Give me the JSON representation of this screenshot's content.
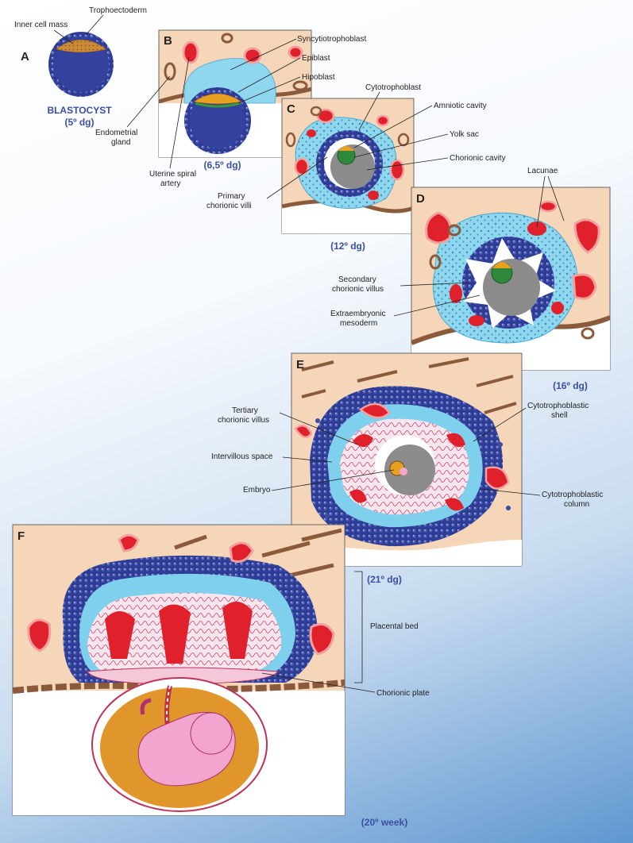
{
  "panels": {
    "A": {
      "letter": "A",
      "caption_line1": "BLASTOCYST",
      "caption_line2": "(5º dg)"
    },
    "B": {
      "letter": "B",
      "caption": "(6,5º dg)"
    },
    "C": {
      "letter": "C",
      "caption": "(12º dg)"
    },
    "D": {
      "letter": "D",
      "caption": "(16º dg)"
    },
    "E": {
      "letter": "E",
      "caption": "(21º dg)"
    },
    "F": {
      "letter": "F",
      "caption": "(20º week)"
    }
  },
  "labels": {
    "inner_cell_mass": "Inner cell mass",
    "trophoectoderm": "Trophoectoderm",
    "syncytiotrophoblast": "Syncytiotrophoblast",
    "epiblast": "Epiblast",
    "hipoblast": "Hipoblast",
    "cytotrophoblast": "Cytotrophoblast",
    "amniotic_cavity": "Amniotic cavity",
    "yolk_sac": "Yolk sac",
    "chorionic_cavity": "Chorionic cavity",
    "endometrial_gland_1": "Endometrial",
    "endometrial_gland_2": "gland",
    "uterine_spiral_artery_1": "Uterine spiral",
    "uterine_spiral_artery_2": "artery",
    "primary_villi_1": "Primary",
    "primary_villi_2": "chorionic villi",
    "lacunae": "Lacunae",
    "secondary_villus_1": "Secondary",
    "secondary_villus_2": "chorionic villus",
    "extraembryonic_1": "Extraembryonic",
    "extraembryonic_2": "mesoderm",
    "tertiary_villus_1": "Tertiary",
    "tertiary_villus_2": "chorionic villus",
    "intervillous_space": "Intervillous space",
    "embryo": "Embryo",
    "cyto_shell_1": "Cytotrophoblastic",
    "cyto_shell_2": "shell",
    "cyto_column_1": "Cytotrophoblastic",
    "cyto_column_2": "column",
    "placental_bed": "Placental bed",
    "chorionic_plate": "Chorionic plate"
  },
  "colors": {
    "tissue": "#f6d6b8",
    "syncytio": "#7fd0ec",
    "cyto_bead": "#3a4aa6",
    "blastocoel": "#3a4aa6",
    "artery": "#e0202a",
    "gland": "#8a5a3a",
    "amnion": "#e8a020",
    "chorionic_cavity": "#8c8c8c",
    "embryo": "#f2a6cf",
    "caption": "#3a4fa3"
  }
}
